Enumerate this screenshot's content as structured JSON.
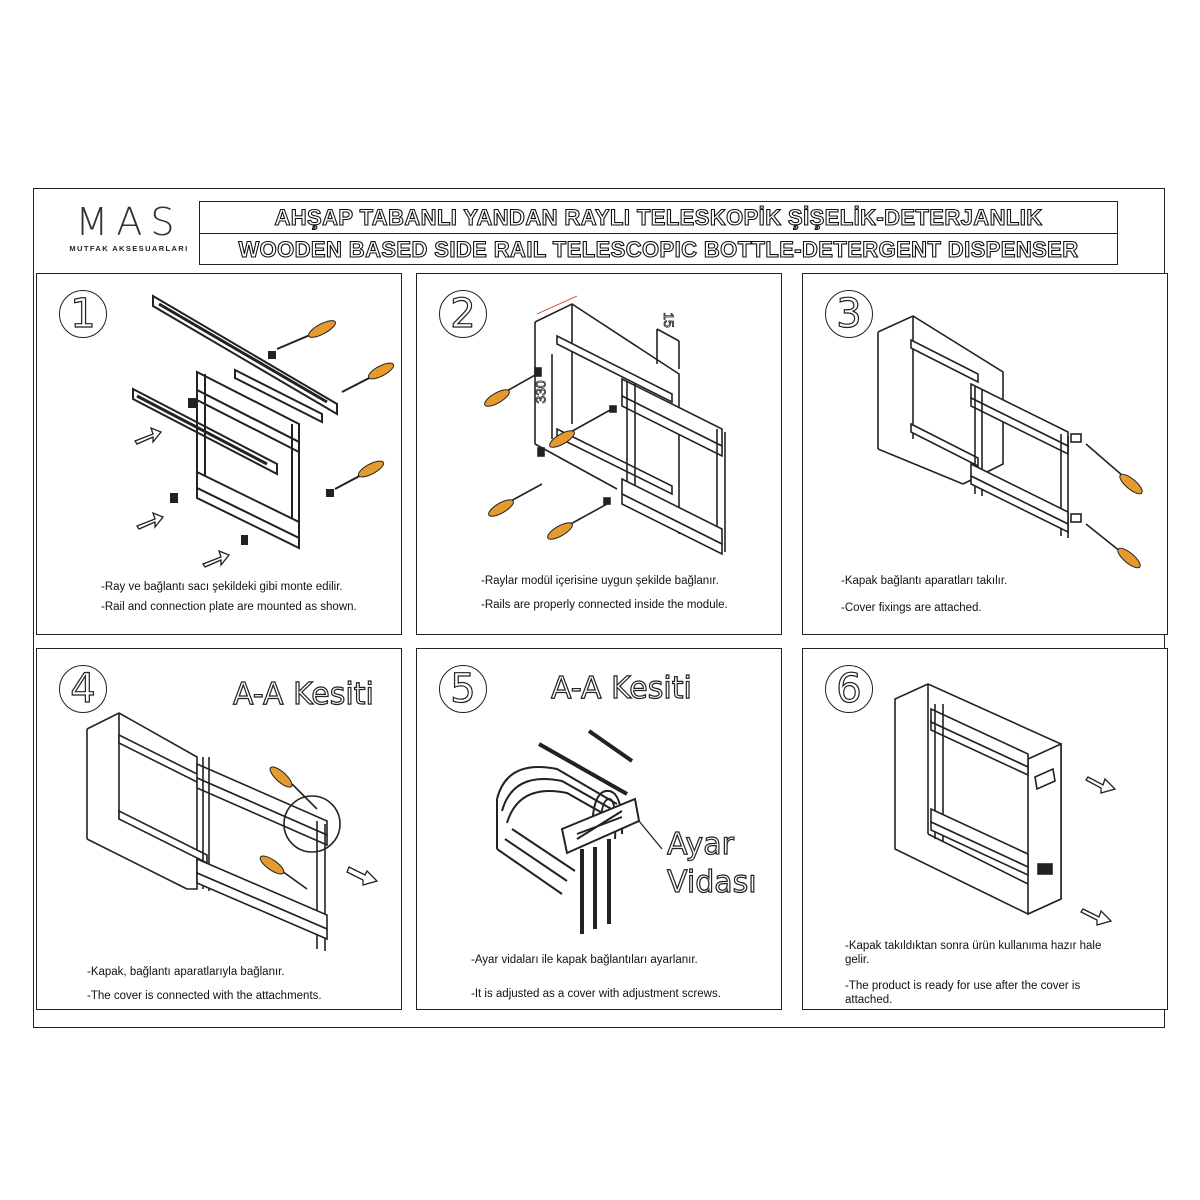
{
  "brand": {
    "name": "MAS",
    "subtitle": "MUTFAK AKSESUARLARI"
  },
  "title": {
    "tr": "AHŞAP TABANLI YANDAN RAYLI TELESKOPİK ŞİŞELİK-DETERJANLIK",
    "en": "WOODEN BASED SIDE RAIL TELESCOPIC BOTTLE-DETERGENT DISPENSER"
  },
  "colors": {
    "screwdriver_handle": "#E69A2E",
    "line": "#222222"
  },
  "steps": [
    {
      "number": "1",
      "caption_tr": "-Ray ve bağlantı sacı şekildeki gibi monte edilir.",
      "caption_en": "-Rail and connection plate are mounted as shown."
    },
    {
      "number": "2",
      "dim_width": "15",
      "dim_height": "330",
      "caption_tr": "-Raylar modül içerisine uygun şekilde bağlanır.",
      "caption_en": "-Rails are properly connected inside the module."
    },
    {
      "number": "3",
      "caption_tr": "-Kapak bağlantı aparatları takılır.",
      "caption_en": "-Cover fixings are attached."
    },
    {
      "number": "4",
      "section": "A-A Kesiti",
      "caption_tr": "-Kapak, bağlantı aparatlarıyla bağlanır.",
      "caption_en": "-The cover is connected with the attachments."
    },
    {
      "number": "5",
      "section": "A-A Kesiti",
      "callout_line1": "Ayar",
      "callout_line2": "Vidası",
      "caption_tr": "-Ayar vidaları ile kapak bağlantıları ayarlanır.",
      "caption_en": "-It is adjusted as a cover with adjustment screws."
    },
    {
      "number": "6",
      "caption_tr": "-Kapak takıldıktan sonra ürün kullanıma hazır hale gelir.",
      "caption_en": "-The product is ready for use after the cover is attached."
    }
  ]
}
